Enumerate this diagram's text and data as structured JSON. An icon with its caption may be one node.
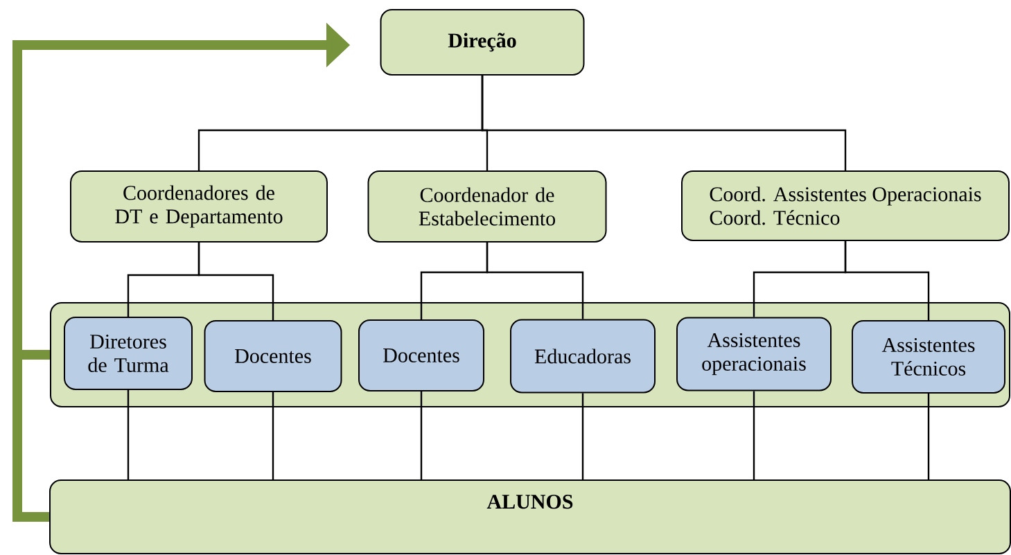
{
  "diagram": {
    "nodes": [
      {
        "text": [
          "Direção"
        ]
      },
      {
        "text": [
          "Coordenadores de DT e Departamento"
        ]
      },
      {
        "text": [
          "Coordenador de Estabelecimento"
        ]
      },
      {
        "text": [
          "Coord. Assistentes Operacionais",
          "Coord. Técnico"
        ]
      },
      {
        "text": [],
        "shape": "box"
      },
      {
        "text": [
          "Diretores de Turma"
        ],
        "in": 4
      },
      {
        "text": [
          "Docentes"
        ],
        "in": 4
      },
      {
        "text": [
          "Docentes"
        ],
        "in": 4
      },
      {
        "text": [
          "Educadoras"
        ],
        "in": 4
      },
      {
        "text": [
          "Assistentes operacionais"
        ],
        "in": 4
      },
      {
        "text": [
          "Assistentes Técnicos"
        ],
        "in": 4
      },
      {
        "text": [
          "ALUNOS"
        ]
      }
    ],
    "edges": [
      {
        "from": 0,
        "to": 1,
        "arrow": "none"
      },
      {
        "from": 0,
        "to": 2,
        "arrow": "none"
      },
      {
        "from": 0,
        "to": 3,
        "arrow": "none"
      },
      {
        "from": 1,
        "to": 5,
        "arrow": "none"
      },
      {
        "from": 1,
        "to": 6,
        "arrow": "none"
      },
      {
        "from": 2,
        "to": 7,
        "arrow": "none"
      },
      {
        "from": 2,
        "to": 8,
        "arrow": "none"
      },
      {
        "from": 3,
        "to": 9,
        "arrow": "none"
      },
      {
        "from": 3,
        "to": 10,
        "arrow": "none"
      },
      {
        "from": 5,
        "to": 11,
        "arrow": "none"
      },
      {
        "from": 6,
        "to": 11,
        "arrow": "none"
      },
      {
        "from": 7,
        "to": 11,
        "arrow": "none"
      },
      {
        "from": 8,
        "to": 11,
        "arrow": "none"
      },
      {
        "from": 9,
        "to": 11,
        "arrow": "none"
      },
      {
        "from": 10,
        "to": 11,
        "arrow": "none"
      },
      {
        "from": 4,
        "to": 0,
        "arrow": "to",
        "style": "thick",
        "color": "#77933c"
      },
      {
        "from": 11,
        "to": 0,
        "arrow": "to",
        "style": "thick",
        "color": "#77933c"
      }
    ]
  }
}
